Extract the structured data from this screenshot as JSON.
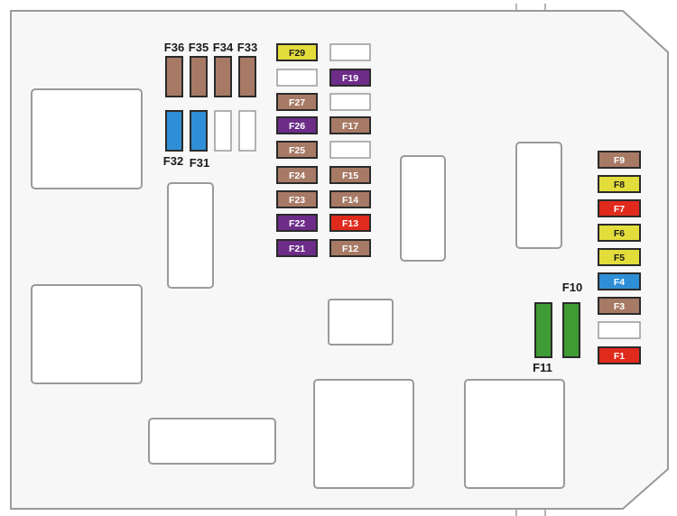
{
  "colors": {
    "outline": "#9a9a9a",
    "background": "#f7f7f7",
    "box_fill": "#ffffff",
    "brown": "#a77a66",
    "blue": "#2f8fd6",
    "yellow": "#e3dd3c",
    "purple": "#6c2c88",
    "red": "#e02a1c",
    "green": "#3f9b34",
    "empty": "#ffffff"
  },
  "fuses": [
    {
      "label": "F36",
      "color": "brown"
    },
    {
      "label": "F35",
      "color": "brown"
    },
    {
      "label": "F34",
      "color": "brown"
    },
    {
      "label": "F33",
      "color": "brown"
    },
    {
      "label": "F32",
      "color": "blue"
    },
    {
      "label": "F31",
      "color": "blue"
    },
    {
      "label": "",
      "color": "empty"
    },
    {
      "label": "",
      "color": "empty"
    },
    {
      "label": "F29",
      "color": "yellow"
    },
    {
      "label": "",
      "color": "empty"
    },
    {
      "label": "F27",
      "color": "brown"
    },
    {
      "label": "F26",
      "color": "purple"
    },
    {
      "label": "F25",
      "color": "brown"
    },
    {
      "label": "F24",
      "color": "brown"
    },
    {
      "label": "F23",
      "color": "brown"
    },
    {
      "label": "F22",
      "color": "purple"
    },
    {
      "label": "F21",
      "color": "purple"
    },
    {
      "label": "",
      "color": "empty"
    },
    {
      "label": "F19",
      "color": "purple"
    },
    {
      "label": "",
      "color": "empty"
    },
    {
      "label": "F17",
      "color": "brown"
    },
    {
      "label": "",
      "color": "empty"
    },
    {
      "label": "F15",
      "color": "brown"
    },
    {
      "label": "F14",
      "color": "brown"
    },
    {
      "label": "F13",
      "color": "red"
    },
    {
      "label": "F12",
      "color": "brown"
    },
    {
      "label": "F11",
      "color": "green"
    },
    {
      "label": "F10",
      "color": "green"
    },
    {
      "label": "F9",
      "color": "brown"
    },
    {
      "label": "F8",
      "color": "yellow"
    },
    {
      "label": "F7",
      "color": "red"
    },
    {
      "label": "F6",
      "color": "yellow"
    },
    {
      "label": "F5",
      "color": "yellow"
    },
    {
      "label": "F4",
      "color": "blue"
    },
    {
      "label": "F3",
      "color": "brown"
    },
    {
      "label": "",
      "color": "empty"
    },
    {
      "label": "F1",
      "color": "red"
    }
  ]
}
